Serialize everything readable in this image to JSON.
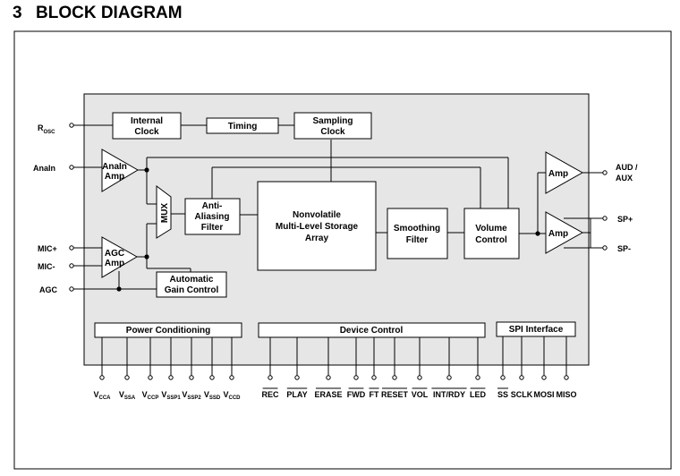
{
  "section": {
    "number": "3",
    "title": "BLOCK DIAGRAM"
  },
  "blocks": {
    "internal_clock": [
      "Internal",
      "Clock"
    ],
    "timing": "Timing",
    "sampling_clock": [
      "Sampling",
      "Clock"
    ],
    "anain_amp": [
      "AnaIn",
      "Amp"
    ],
    "mux": "MUX",
    "anti_aliasing": [
      "Anti-",
      "Aliasing",
      "Filter"
    ],
    "storage_array": [
      "Nonvolatile",
      "Multi-Level Storage",
      "Array"
    ],
    "smoothing_filter": [
      "Smoothing",
      "Filter"
    ],
    "volume_control": [
      "Volume",
      "Control"
    ],
    "agc_amp": [
      "AGC",
      "Amp"
    ],
    "automatic_gain": [
      "Automatic",
      "Gain Control"
    ],
    "aud_amp": "Amp",
    "sp_amp": "Amp",
    "power_conditioning": "Power Conditioning",
    "device_control": "Device Control",
    "spi_interface": "SPI Interface"
  },
  "left_pins": {
    "rosc": {
      "main": "R",
      "sub": "OSC"
    },
    "anain": "AnaIn",
    "mic_plus": "MIC+",
    "mic_minus": "MIC-",
    "agc": "AGC"
  },
  "right_pins": {
    "aud_aux": [
      "AUD /",
      "AUX"
    ],
    "sp_plus": "SP+",
    "sp_minus": "SP-"
  },
  "power_pins": [
    {
      "main": "V",
      "sub": "CCA"
    },
    {
      "main": "V",
      "sub": "SSA"
    },
    {
      "main": "V",
      "sub": "CCP"
    },
    {
      "main": "V",
      "sub": "SSP1"
    },
    {
      "main": "V",
      "sub": "SSP2"
    },
    {
      "main": "V",
      "sub": "SSD"
    },
    {
      "main": "V",
      "sub": "CCD"
    }
  ],
  "control_pins": [
    "REC",
    "PLAY",
    "ERASE",
    "FWD",
    "FT",
    "RESET",
    "VOL",
    "INT/RDY",
    "LED"
  ],
  "spi_pins": [
    "SS",
    "SCLK",
    "MOSI",
    "MISO"
  ]
}
